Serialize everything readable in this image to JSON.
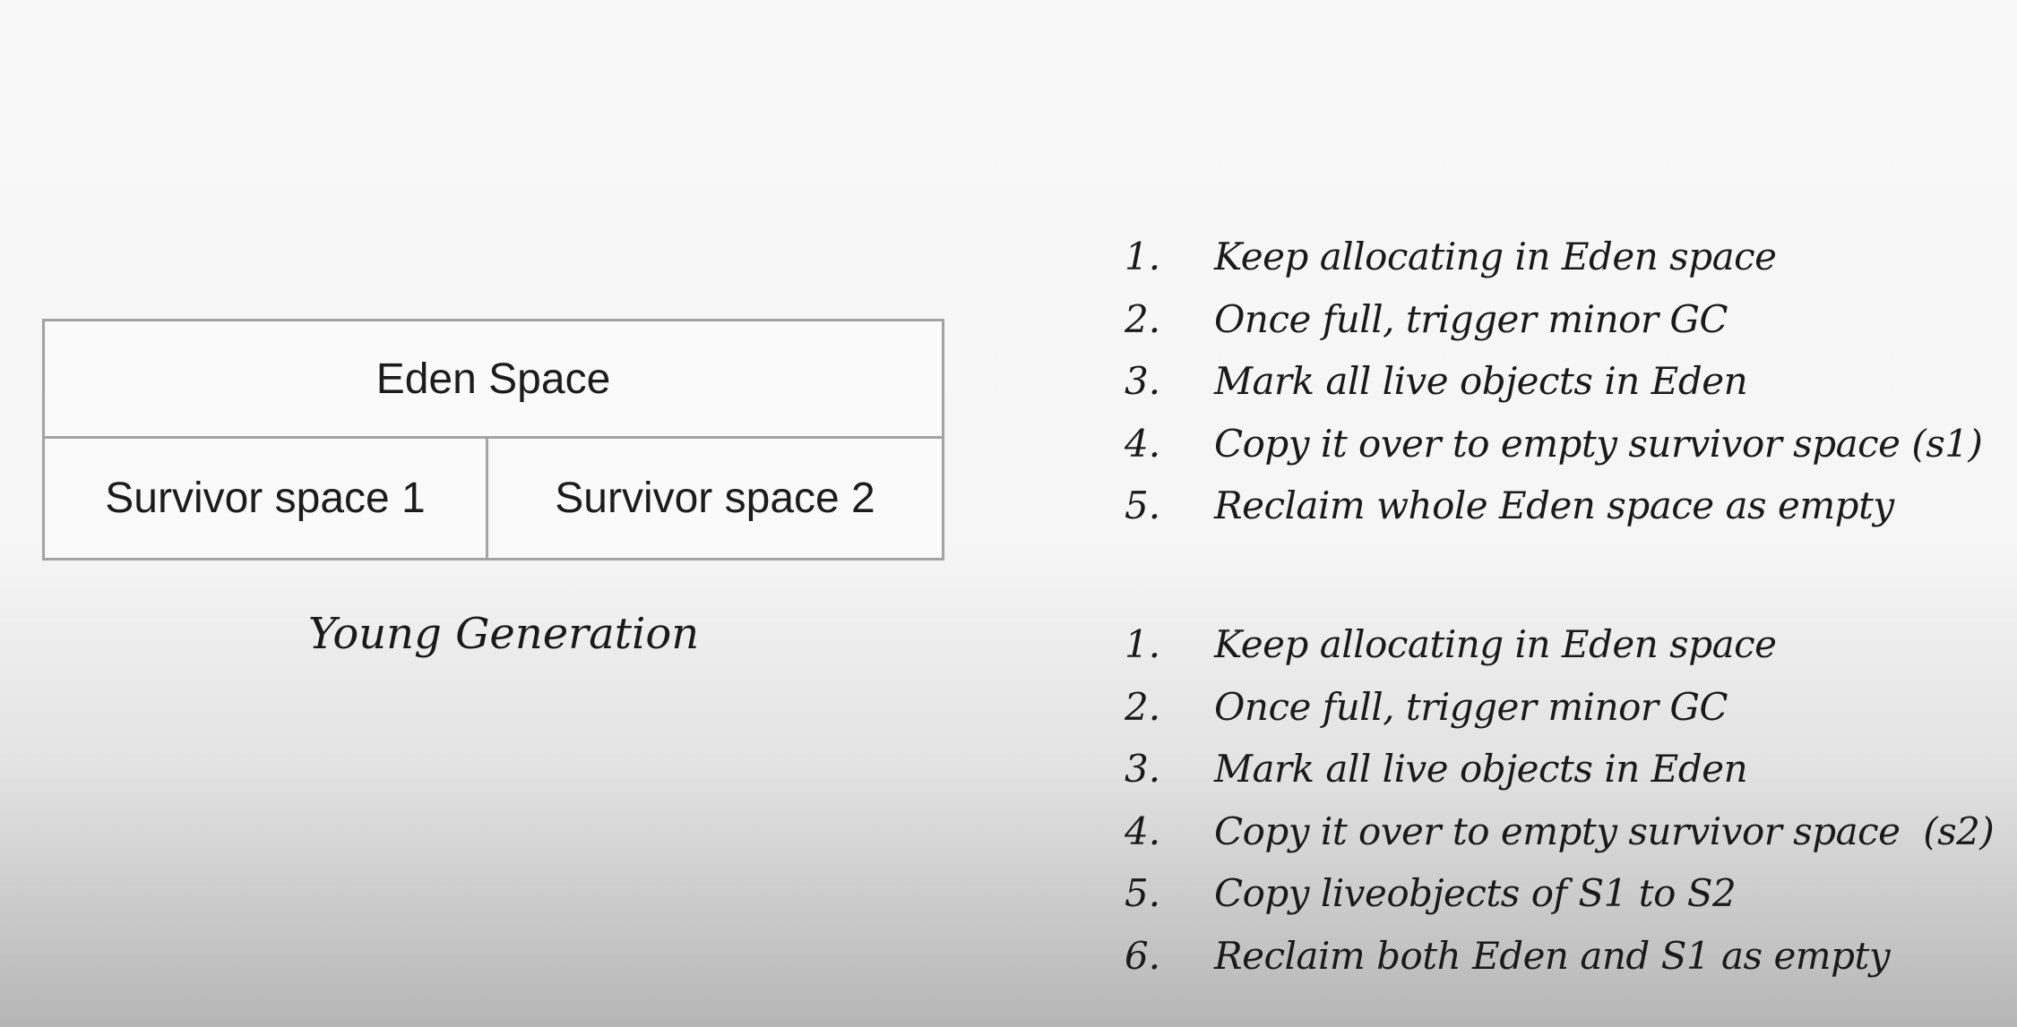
{
  "diagram": {
    "eden_label": "Eden Space",
    "survivor_1_label": "Survivor space 1",
    "survivor_2_label": "Survivor space 2",
    "caption": "Young Generation"
  },
  "steps_first": [
    {
      "num": "1.",
      "text": "Keep allocating in Eden space"
    },
    {
      "num": "2.",
      "text": "Once full, trigger minor GC"
    },
    {
      "num": "3.",
      "text": "Mark all live objects in Eden"
    },
    {
      "num": "4.",
      "text": "Copy it over to empty survivor space (s1)"
    },
    {
      "num": "5.",
      "text": "Reclaim whole Eden space as empty"
    }
  ],
  "steps_second": [
    {
      "num": "1.",
      "text": "Keep allocating in Eden space"
    },
    {
      "num": "2.",
      "text": "Once full, trigger minor GC"
    },
    {
      "num": "3.",
      "text": "Mark all live objects in Eden"
    },
    {
      "num": "4.",
      "text": "Copy it over to empty survivor space  (s2)"
    },
    {
      "num": "5.",
      "text": "Copy liveobjects of S1 to S2"
    },
    {
      "num": "6.",
      "text": "Reclaim both Eden and S1 as empty"
    }
  ]
}
